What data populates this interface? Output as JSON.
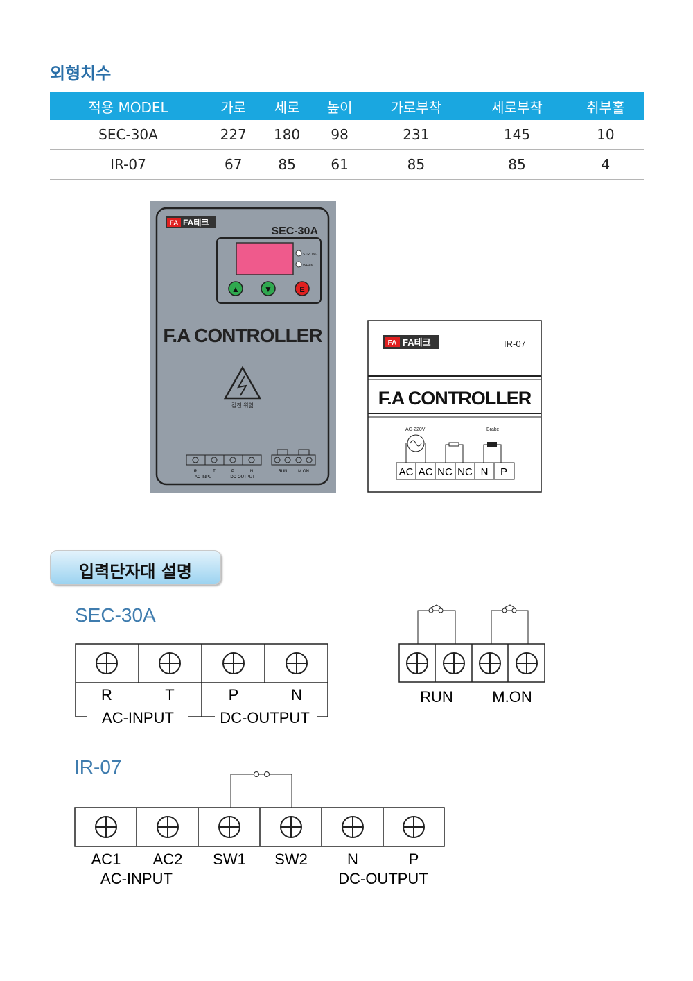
{
  "section_dimensions": {
    "title": "외형치수"
  },
  "dimension_table": {
    "headers": [
      "적용 MODEL",
      "가로",
      "세로",
      "높이",
      "가로부착",
      "세로부착",
      "취부홀"
    ],
    "rows": [
      [
        "SEC-30A",
        "227",
        "180",
        "98",
        "231",
        "145",
        "10"
      ],
      [
        "IR-07",
        "67",
        "85",
        "61",
        "85",
        "85",
        "4"
      ]
    ]
  },
  "sec30a_device": {
    "logo": "FA FA테크",
    "model": "SEC-30A",
    "strong_label": "STRONG",
    "weak_label": "WEAK",
    "buttons": [
      "▲",
      "▼",
      "E"
    ],
    "name": "F.A CONTROLLER",
    "warning_text": "감전 위험",
    "terminals_left": [
      "R",
      "T",
      "P",
      "N"
    ],
    "group_ac": "AC-INPUT",
    "group_dc": "DC-OUTPUT",
    "terminals_right": [
      "RUN",
      "M.ON"
    ]
  },
  "ir07_device": {
    "logo": "FA FA테크",
    "model": "IR-07",
    "name": "F.A CONTROLLER",
    "ac_label": "AC-220V",
    "brake_label": "Brake",
    "terminals": [
      "AC",
      "AC",
      "NC",
      "NC",
      "N",
      "P"
    ]
  },
  "section_terminals": {
    "title": "입력단자대 설명"
  },
  "sec30a_diagram": {
    "title": "SEC-30A",
    "labels": [
      "R",
      "T",
      "P",
      "N"
    ],
    "group_ac": "AC-INPUT",
    "group_dc": "DC-OUTPUT",
    "right_labels": [
      "RUN",
      "M.ON"
    ]
  },
  "ir07_diagram": {
    "title": "IR-07",
    "labels": [
      "AC1",
      "AC2",
      "SW1",
      "SW2",
      "N",
      "P"
    ],
    "group_ac": "AC-INPUT",
    "group_dc": "DC-OUTPUT"
  },
  "colors": {
    "table_header": "#1aa7e0",
    "title": "#2a6fa8",
    "device_body": "#959ea8",
    "display": "#ef5a8c"
  }
}
